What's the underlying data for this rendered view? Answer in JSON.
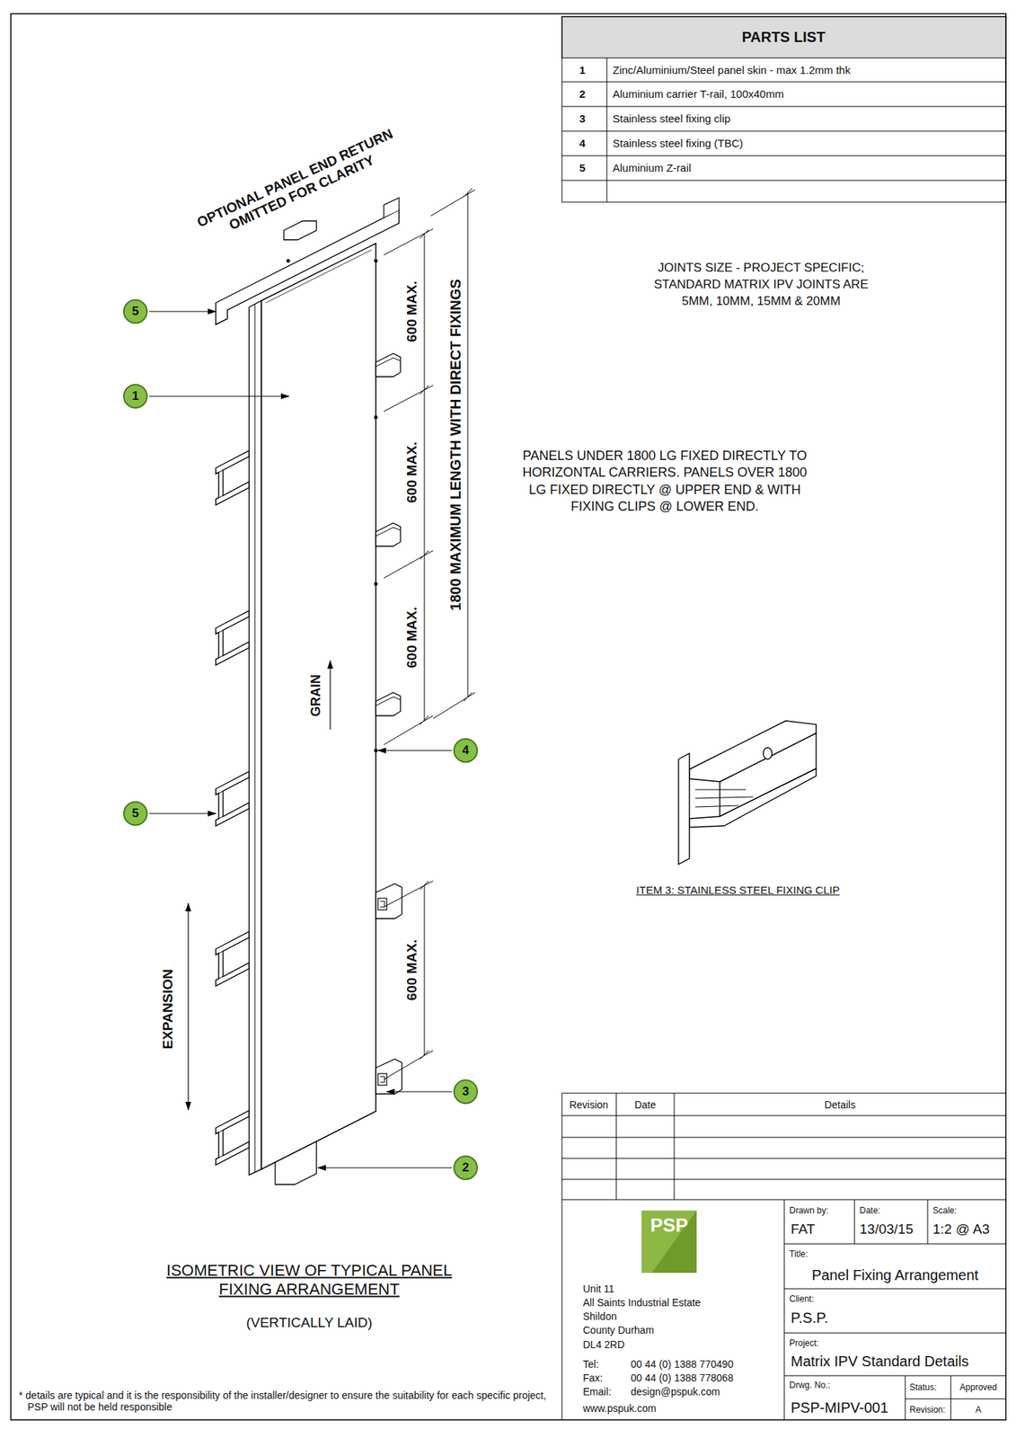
{
  "diagram": {
    "title": "ISOMETRIC VIEW OF TYPICAL PANEL FIXING ARRANGEMENT",
    "caption": "(VERTICALLY LAID)",
    "nodes": [
      {
        "text": [
          "5"
        ]
      },
      {
        "text": [
          "1"
        ]
      },
      {
        "text": [
          "4"
        ]
      },
      {
        "text": [
          "5"
        ]
      },
      {
        "text": [
          "3"
        ]
      },
      {
        "text": [
          "2"
        ]
      }
    ],
    "labels": [
      "PARTS LIST",
      "1",
      "Zinc/Aluminium/Steel panel skin - max 1.2mm thk",
      "2",
      "Aluminium carrier T-rail, 100x40mm",
      "3",
      "Stainless steel fixing clip",
      "4",
      "Stainless steel fixing (TBC)",
      "5",
      "Aluminium Z-rail",
      "JOINTS SIZE - PROJECT SPECIFIC; STANDARD MATRIX IPV JOINTS ARE 5MM, 10MM, 15MM & 20MM",
      "PANELS UNDER 1800 LG FIXED DIRECTLY TO HORIZONTAL CARRIERS. PANELS OVER 1800 LG FIXED DIRECTLY @ UPPER END & WITH FIXING CLIPS @ LOWER END.",
      "ITEM 3: STAINLESS STEEL FIXING CLIP",
      "OPTIONAL PANEL END RETURN OMITTED FOR CLARITY",
      "600 MAX.",
      "600 MAX.",
      "600 MAX.",
      "1800 MAXIMUM LENGTH WITH DIRECT FIXINGS",
      "600 MAX.",
      "GRAIN",
      "EXPANSION",
      "Revision",
      "Date",
      "Details",
      "Drawn by:",
      "FAT",
      "Date:",
      "13/03/15",
      "Scale:",
      "1:2 @ A3",
      "Title:",
      "Panel Fixing Arrangement",
      "Client:",
      "P.S.P.",
      "Project:",
      "Matrix IPV Standard Details",
      "Drwg. No.:",
      "PSP-MIPV-001",
      "Status:",
      "Approved",
      "Revision:",
      "A",
      "PSP",
      "Unit 11",
      "All Saints Industrial Estate",
      "Shildon",
      "County Durham",
      "DL4 2RD",
      "Tel:",
      "00 44 (0) 1388 770490",
      "Fax:",
      "00 44 (0) 1388 778068",
      "Email:",
      "design@pspuk.com",
      "www.pspuk.com",
      "* details are typical and it is the responsibility of the installer/designer  to ensure the suitability for each specific project, PSP will not be held responsible"
    ]
  }
}
